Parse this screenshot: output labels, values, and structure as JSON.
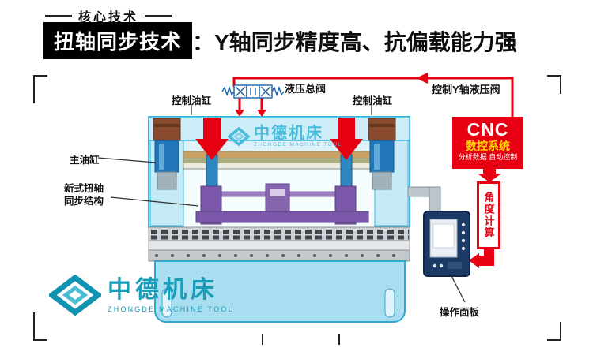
{
  "header": {
    "eyebrow": "核心技术",
    "title": "扭轴同步技术",
    "subtitle": "：Y轴同步精度高、抗偏载能力强"
  },
  "diagram": {
    "labels": {
      "control_cylinder_left": "控制油缸",
      "control_cylinder_right": "控制油缸",
      "hydraulic_valve": "液压总阀",
      "y_axis_valve": "控制Y轴液压阀",
      "main_cylinder": "主油缸",
      "torsion_line1": "新式扭轴",
      "torsion_line2": "同步结构",
      "angle_calc": "角度计算",
      "operation_panel": "操作面板"
    },
    "cnc": {
      "title": "CNC",
      "subtitle": "数控系统",
      "caption": "分析数据 自动控制"
    }
  },
  "watermark": {
    "name": "中德机床",
    "sub": "ZHONGDE MACHINE TOOL"
  },
  "logo": {
    "name": "中德机床",
    "sub": "ZHONGDE MACHINE TOOL"
  },
  "colors": {
    "accent_red": "#e60012",
    "machine_cyan": "#35b5da",
    "brand_teal": "#1a9db8",
    "cnc_yellow": "#ffd600",
    "torsion_purple": "#7a57a8"
  }
}
